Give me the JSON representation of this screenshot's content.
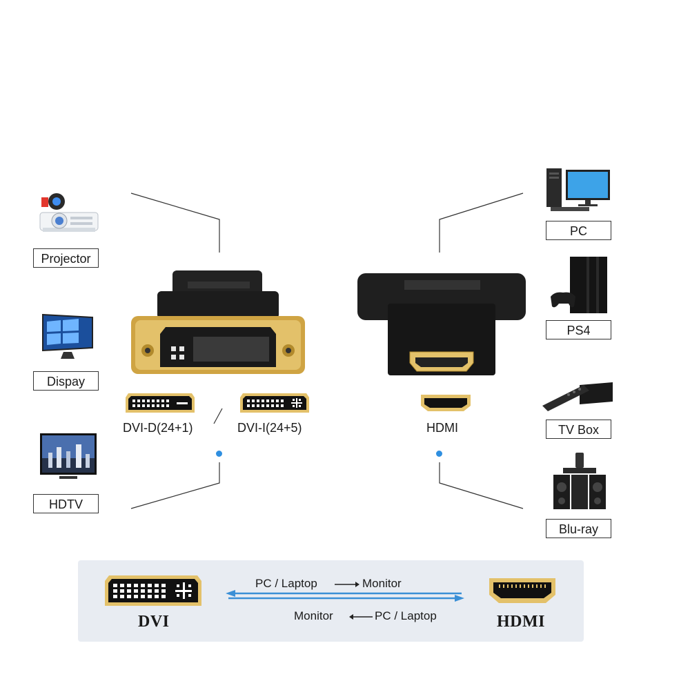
{
  "left_devices": [
    {
      "label": "Projector",
      "icon": "projector-icon"
    },
    {
      "label": "Dispay",
      "icon": "monitor-icon"
    },
    {
      "label": "HDTV",
      "icon": "tv-icon"
    }
  ],
  "right_devices": [
    {
      "label": "PC",
      "icon": "desktop-pc-icon"
    },
    {
      "label": "PS4",
      "icon": "game-console-icon"
    },
    {
      "label": "TV Box",
      "icon": "tv-box-icon"
    },
    {
      "label": "Blu-ray",
      "icon": "blu-ray-player-icon"
    }
  ],
  "ports": {
    "dvi_d": "DVI-D(24+1)",
    "separator": "/",
    "dvi_i": "DVI-I(24+5)",
    "hdmi": "HDMI"
  },
  "banner": {
    "left_title": "DVI",
    "right_title": "HDMI",
    "top_from": "PC / Laptop",
    "top_to": "Monitor",
    "bottom_from": "Monitor",
    "bottom_to": "PC / Laptop"
  },
  "colors": {
    "gold": "#d9b04a",
    "plastic": "#1c1c1c",
    "accent_blue": "#2f8fe0",
    "banner_bg": "#e8ecf2"
  }
}
